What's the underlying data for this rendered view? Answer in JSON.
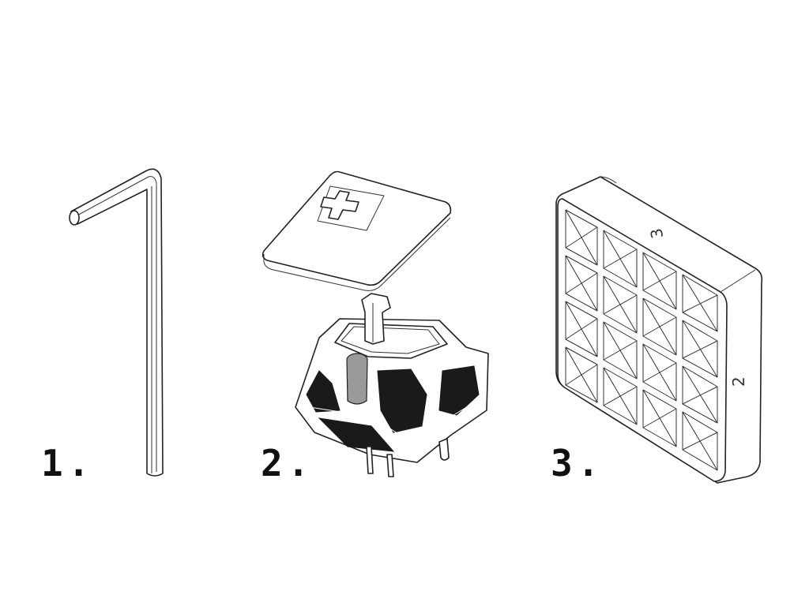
{
  "steps": [
    {
      "number": "1.",
      "item": "hex-key"
    },
    {
      "number": "2.",
      "item": "keyswitch-with-keycap"
    },
    {
      "number": "3.",
      "item": "switch-grid-tray"
    }
  ],
  "tray_markings": {
    "top": "3",
    "side": "2"
  }
}
